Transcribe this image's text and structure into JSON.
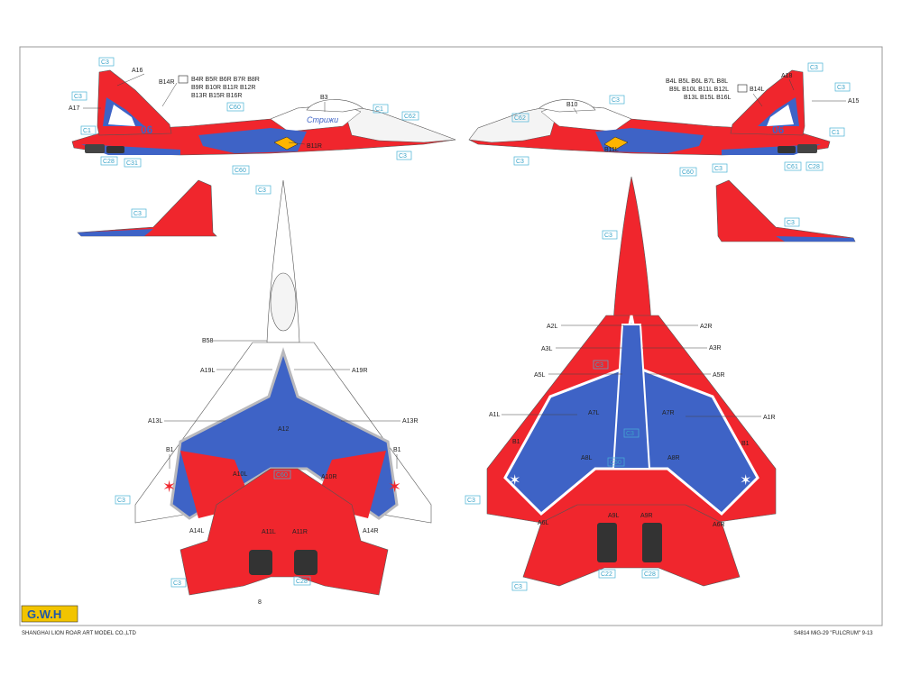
{
  "sheet": {
    "brand": "G.W.H",
    "company": "SHANGHAI LION ROAR ART MODEL CO.,LTD",
    "product": "S4814 MiG-29 \"FULCRUM\" 9-13",
    "page_number": "8"
  },
  "colors": {
    "red": "#f0262d",
    "blue": "#3e63c6",
    "grey": "#b9b9bd",
    "white": "#ffffff",
    "outline": "#555555",
    "callout": "#49b2d6"
  },
  "side_left": {
    "aircraft_text": "Стрижи",
    "tail_number": "06",
    "labels": {
      "b14r": "B14R",
      "b_group_1": "B4R B5R B6R B7R B8R",
      "b_group_2": "B9R B10R B11R B12R",
      "b_group_3": "B13R B15R B16R",
      "a16": "A16",
      "a17": "A17",
      "b3": "B3",
      "b11r": "B11R"
    },
    "callouts": [
      "C3",
      "C3",
      "C1",
      "C28",
      "C31",
      "C60",
      "C60",
      "C1",
      "C62",
      "C3"
    ]
  },
  "side_right": {
    "tail_number": "06",
    "labels": {
      "b_group_1": "B4L B5L B6L B7L B8L",
      "b_group_2": "B9L B10L B11L B12L",
      "b14l": "B14L",
      "b_group_3": "B13L B15L B16L",
      "a18": "A18",
      "a15": "A15",
      "b10": "B10",
      "b11l": "B11L"
    },
    "callouts": [
      "C3",
      "C3",
      "C1",
      "C61",
      "C28",
      "C60",
      "C3",
      "C3",
      "C62",
      "C3"
    ]
  },
  "stabilizer_left_callout": "C3",
  "stabilizer_right_callout": "C3",
  "top_view": {
    "labels": {
      "b58": "B58",
      "a19l": "A19L",
      "a19r": "A19R",
      "a12": "A12",
      "a13l": "A13L",
      "a13r": "A13R",
      "b1_left": "B1",
      "b1_right": "B1",
      "a10l": "A10L",
      "a10r": "A10R",
      "a14l": "A14L",
      "a14r": "A14R",
      "a11l": "A11L",
      "a11r": "A11R"
    },
    "callouts": [
      "C3",
      "C3",
      "C3",
      "C28",
      "C60"
    ]
  },
  "bottom_view": {
    "labels": {
      "a2l": "A2L",
      "a2r": "A2R",
      "a3l": "A3L",
      "a3r": "A3R",
      "a5l": "A5L",
      "a5r": "A5R",
      "a1l": "A1L",
      "a1r": "A1R",
      "a7l": "A7L",
      "a7r": "A7R",
      "b1_left": "B1",
      "b1_right": "B1",
      "a8l": "A8L",
      "a8r": "A8R",
      "a9l": "A9L",
      "a9r": "A9R",
      "a6l": "A6L",
      "a6r": "A6R"
    },
    "callouts": [
      "C3",
      "C3",
      "C3",
      "C3",
      "C3",
      "C28",
      "C22",
      "C50"
    ]
  }
}
